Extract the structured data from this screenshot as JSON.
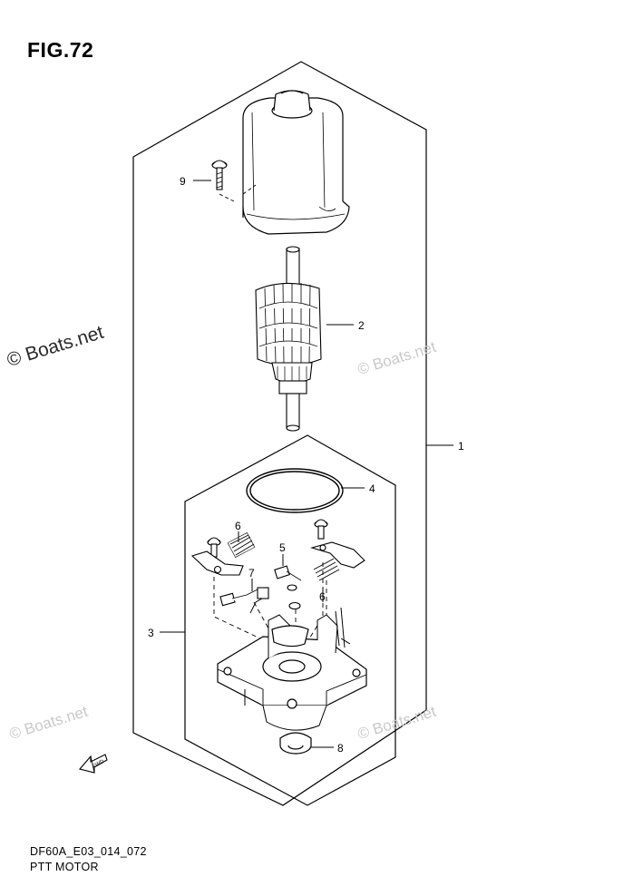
{
  "figure": {
    "title": "FIG.72",
    "code": "DF60A_E03_014_072",
    "name": "PTT MOTOR"
  },
  "watermarks": {
    "primary": "© Boats.net",
    "faint": "© Boats.net"
  },
  "fwd_label": "FWD",
  "callouts": [
    {
      "id": "1",
      "label": "1"
    },
    {
      "id": "2",
      "label": "2"
    },
    {
      "id": "3",
      "label": "3"
    },
    {
      "id": "4",
      "label": "4"
    },
    {
      "id": "5",
      "label": "5"
    },
    {
      "id": "6a",
      "label": "6"
    },
    {
      "id": "6b",
      "label": "6"
    },
    {
      "id": "7",
      "label": "7"
    },
    {
      "id": "8",
      "label": "8"
    },
    {
      "id": "9",
      "label": "9"
    }
  ]
}
